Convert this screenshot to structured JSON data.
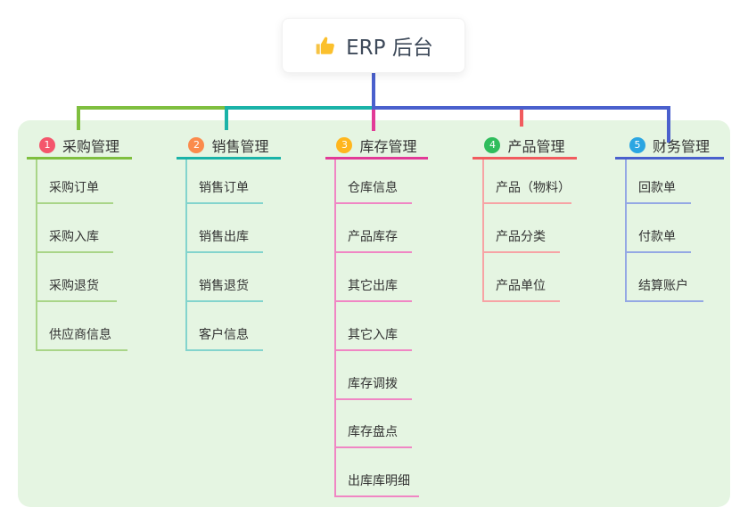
{
  "root": {
    "label": "ERP 后台",
    "icon": "thumbs-up-icon"
  },
  "colors": {
    "canvas_bg": "#ffffff",
    "panel_bg": "#e5f5e2",
    "root_connector": "#4a60cd",
    "text": "#333333",
    "branch_green": "#7fbf3f",
    "branch_teal": "#1ab3a8",
    "branch_magenta": "#e23a97",
    "branch_red": "#f15b5e",
    "branch_blue": "#4a60cd",
    "badge_1": "#f4566c",
    "badge_2": "#fb8b4c",
    "badge_3": "#ffb61e",
    "badge_4": "#2fbd5c",
    "badge_5": "#2ba6e2"
  },
  "branches": [
    {
      "index": "1",
      "label": "采购管理",
      "color": "#7fbf3f",
      "light_color": "#a9d588",
      "badge_color": "#f4566c",
      "items": [
        "采购订单",
        "采购入库",
        "采购退货",
        "供应商信息"
      ]
    },
    {
      "index": "2",
      "label": "销售管理",
      "color": "#1ab3a8",
      "light_color": "#83d4cd",
      "badge_color": "#fb8b4c",
      "items": [
        "销售订单",
        "销售出库",
        "销售退货",
        "客户信息"
      ]
    },
    {
      "index": "3",
      "label": "库存管理",
      "color": "#e23a97",
      "light_color": "#f086c4",
      "badge_color": "#ffb61e",
      "items": [
        "仓库信息",
        "产品库存",
        "其它出库",
        "其它入库",
        "库存调拨",
        "库存盘点",
        "出库库明细"
      ]
    },
    {
      "index": "4",
      "label": "产品管理",
      "color": "#f15b5e",
      "light_color": "#f7a3a5",
      "badge_color": "#2fbd5c",
      "items": [
        "产品（物料）",
        "产品分类",
        "产品单位"
      ]
    },
    {
      "index": "5",
      "label": "财务管理",
      "color": "#4a60cd",
      "light_color": "#94a8e4",
      "badge_color": "#2ba6e2",
      "items": [
        "回款单",
        "付款单",
        "结算账户"
      ]
    }
  ]
}
